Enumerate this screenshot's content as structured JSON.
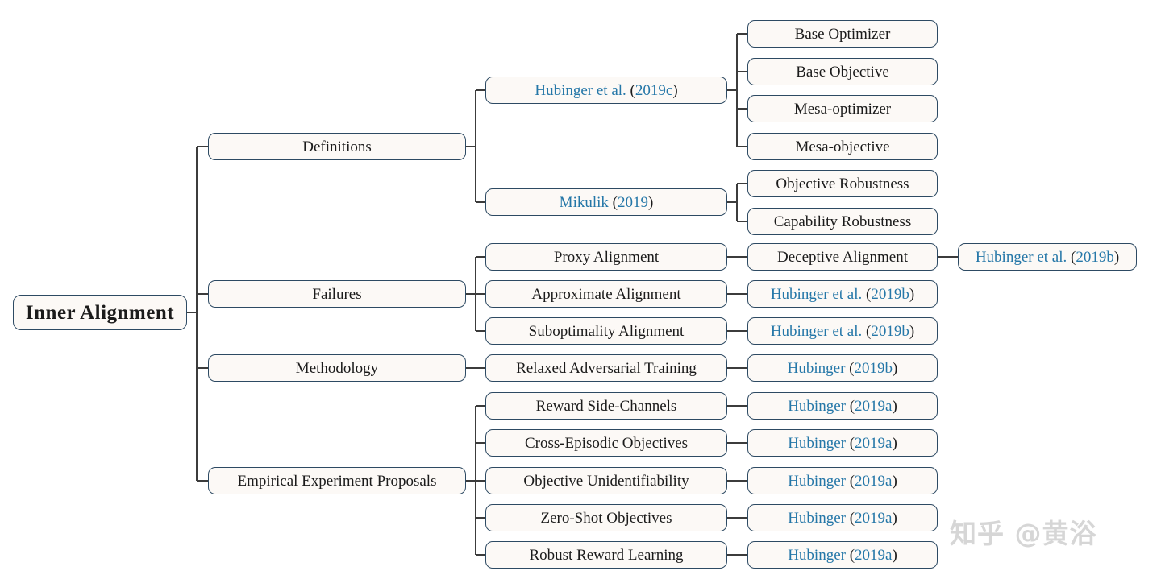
{
  "colors": {
    "ink": "#1b1b1b",
    "link": "#2577a8",
    "border": "#2d4a63",
    "box_fill": "#fcf9f6",
    "connector": "#3c3c3c",
    "watermark": "#d6d6d6"
  },
  "watermark": {
    "text": "知乎 @黄浴"
  },
  "tree": {
    "label": "Inner Alignment",
    "children": [
      {
        "label": "Definitions",
        "children": [
          {
            "label": "Hubinger et al. (2019c)",
            "parts": [
              {
                "t": "Hubinger et al. ",
                "c": "link"
              },
              {
                "t": "(",
                "c": "ink"
              },
              {
                "t": "2019c",
                "c": "link"
              },
              {
                "t": ")",
                "c": "ink"
              }
            ],
            "children": [
              {
                "label": "Base Optimizer"
              },
              {
                "label": "Base Objective"
              },
              {
                "label": "Mesa-optimizer"
              },
              {
                "label": "Mesa-objective"
              }
            ]
          },
          {
            "label": "Mikulik (2019)",
            "parts": [
              {
                "t": "Mikulik ",
                "c": "link"
              },
              {
                "t": "(",
                "c": "ink"
              },
              {
                "t": "2019",
                "c": "link"
              },
              {
                "t": ")",
                "c": "ink"
              }
            ],
            "children": [
              {
                "label": "Objective Robustness"
              },
              {
                "label": "Capability Robustness"
              }
            ]
          }
        ]
      },
      {
        "label": "Failures",
        "children": [
          {
            "label": "Proxy Alignment",
            "children": [
              {
                "label": "Deceptive Alignment",
                "children": [
                  {
                    "label": "Hubinger et al. (2019b)",
                    "parts": [
                      {
                        "t": "Hubinger et al. ",
                        "c": "link"
                      },
                      {
                        "t": "(",
                        "c": "ink"
                      },
                      {
                        "t": "2019b",
                        "c": "link"
                      },
                      {
                        "t": ")",
                        "c": "ink"
                      }
                    ]
                  }
                ]
              }
            ]
          },
          {
            "label": "Approximate Alignment",
            "children": [
              {
                "label": "Hubinger et al. (2019b)",
                "parts": [
                  {
                    "t": "Hubinger et al. ",
                    "c": "link"
                  },
                  {
                    "t": "(",
                    "c": "ink"
                  },
                  {
                    "t": "2019b",
                    "c": "link"
                  },
                  {
                    "t": ")",
                    "c": "ink"
                  }
                ]
              }
            ]
          },
          {
            "label": "Suboptimality Alignment",
            "children": [
              {
                "label": "Hubinger et al. (2019b)",
                "parts": [
                  {
                    "t": "Hubinger et al. ",
                    "c": "link"
                  },
                  {
                    "t": "(",
                    "c": "ink"
                  },
                  {
                    "t": "2019b",
                    "c": "link"
                  },
                  {
                    "t": ")",
                    "c": "ink"
                  }
                ]
              }
            ]
          }
        ]
      },
      {
        "label": "Methodology",
        "children": [
          {
            "label": "Relaxed Adversarial Training",
            "children": [
              {
                "label": "Hubinger (2019b)",
                "parts": [
                  {
                    "t": "Hubinger ",
                    "c": "link"
                  },
                  {
                    "t": "(",
                    "c": "ink"
                  },
                  {
                    "t": "2019b",
                    "c": "link"
                  },
                  {
                    "t": ")",
                    "c": "ink"
                  }
                ]
              }
            ]
          }
        ]
      },
      {
        "label": "Empirical Experiment Proposals",
        "children": [
          {
            "label": "Reward Side-Channels",
            "children": [
              {
                "label": "Hubinger (2019a)",
                "parts": [
                  {
                    "t": "Hubinger ",
                    "c": "link"
                  },
                  {
                    "t": "(",
                    "c": "ink"
                  },
                  {
                    "t": "2019a",
                    "c": "link"
                  },
                  {
                    "t": ")",
                    "c": "ink"
                  }
                ]
              }
            ]
          },
          {
            "label": "Cross-Episodic Objectives",
            "children": [
              {
                "label": "Hubinger (2019a)",
                "parts": [
                  {
                    "t": "Hubinger ",
                    "c": "link"
                  },
                  {
                    "t": "(",
                    "c": "ink"
                  },
                  {
                    "t": "2019a",
                    "c": "link"
                  },
                  {
                    "t": ")",
                    "c": "ink"
                  }
                ]
              }
            ]
          },
          {
            "label": "Objective Unidentifiability",
            "children": [
              {
                "label": "Hubinger (2019a)",
                "parts": [
                  {
                    "t": "Hubinger ",
                    "c": "link"
                  },
                  {
                    "t": "(",
                    "c": "ink"
                  },
                  {
                    "t": "2019a",
                    "c": "link"
                  },
                  {
                    "t": ")",
                    "c": "ink"
                  }
                ]
              }
            ]
          },
          {
            "label": "Zero-Shot Objectives",
            "children": [
              {
                "label": "Hubinger (2019a)",
                "parts": [
                  {
                    "t": "Hubinger ",
                    "c": "link"
                  },
                  {
                    "t": "(",
                    "c": "ink"
                  },
                  {
                    "t": "2019a",
                    "c": "link"
                  },
                  {
                    "t": ")",
                    "c": "ink"
                  }
                ]
              }
            ]
          },
          {
            "label": "Robust Reward Learning",
            "children": [
              {
                "label": "Hubinger (2019a)",
                "parts": [
                  {
                    "t": "Hubinger ",
                    "c": "link"
                  },
                  {
                    "t": "(",
                    "c": "ink"
                  },
                  {
                    "t": "2019a",
                    "c": "link"
                  },
                  {
                    "t": ")",
                    "c": "ink"
                  }
                ]
              }
            ]
          }
        ]
      }
    ]
  }
}
